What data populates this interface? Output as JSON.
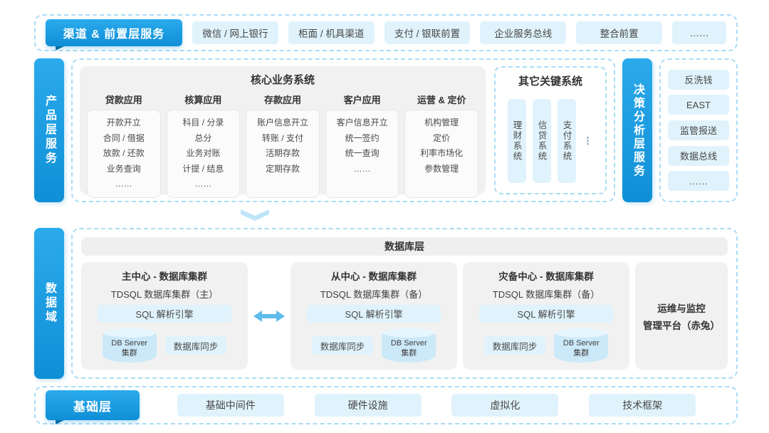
{
  "colors": {
    "accent": "#1599E3",
    "light_blue": "#E0F3FC",
    "panel_gray": "#F1F1F1",
    "dashed_border": "#ABDCF6"
  },
  "channel_layer": {
    "label": "渠道 & 前置层服务",
    "items": [
      "微信 / 网上银行",
      "柜面 / 机具渠道",
      "支付 / 银联前置",
      "企业服务总线",
      "整合前置",
      "……"
    ]
  },
  "product_layer": {
    "label": "产品层服务",
    "core_system": {
      "title": "核心业务系统",
      "columns": [
        {
          "title": "贷款应用",
          "lines": [
            "开款开立",
            "合同 / 借据",
            "放款 / 还款",
            "业务查询",
            "……"
          ]
        },
        {
          "title": "核算应用",
          "lines": [
            "科目 / 分录",
            "总分",
            "业务对账",
            "计提 / 结息",
            "……"
          ]
        },
        {
          "title": "存款应用",
          "lines": [
            "账户信息开立",
            "转账 / 支付",
            "活期存款",
            "定期存款"
          ]
        },
        {
          "title": "客户应用",
          "lines": [
            "客户信息开立",
            "统一签约",
            "统一查询",
            "……"
          ]
        },
        {
          "title": "运营 & 定价",
          "lines": [
            "机构管理",
            "定价",
            "利率市场化",
            "参数管理"
          ]
        }
      ]
    },
    "other_systems": {
      "title": "其它关键系统",
      "items": [
        "理财系统",
        "信贷系统",
        "支付系统"
      ],
      "more": "⋮"
    }
  },
  "decision_layer": {
    "label": "决策分析层服务",
    "items": [
      "反洗钱",
      "EAST",
      "监管报送",
      "数据总线",
      "……"
    ]
  },
  "data_domain": {
    "label": "数据域",
    "db_layer_title": "数据库层",
    "clusters": [
      {
        "title": "主中心 - 数据库集群",
        "subtitle": "TDSQL 数据库集群（主）",
        "engine": "SQL 解析引擎",
        "sync": "数据库同步",
        "db_line1": "DB Server",
        "db_line2": "集群"
      },
      {
        "title": "从中心 - 数据库集群",
        "subtitle": "TDSQL 数据库集群（备）",
        "engine": "SQL 解析引擎",
        "sync": "数据库同步",
        "db_line1": "DB Server",
        "db_line2": "集群"
      },
      {
        "title": "灾备中心 - 数据库集群",
        "subtitle": "TDSQL 数据库集群（备）",
        "engine": "SQL 解析引擎",
        "sync": "数据库同步",
        "db_line1": "DB Server",
        "db_line2": "集群"
      }
    ],
    "ops_platform": {
      "line1": "运维与监控",
      "line2": "管理平台（赤兔）"
    }
  },
  "base_layer": {
    "label": "基础层",
    "items": [
      "基础中间件",
      "硬件设施",
      "虚拟化",
      "技术框架"
    ]
  }
}
